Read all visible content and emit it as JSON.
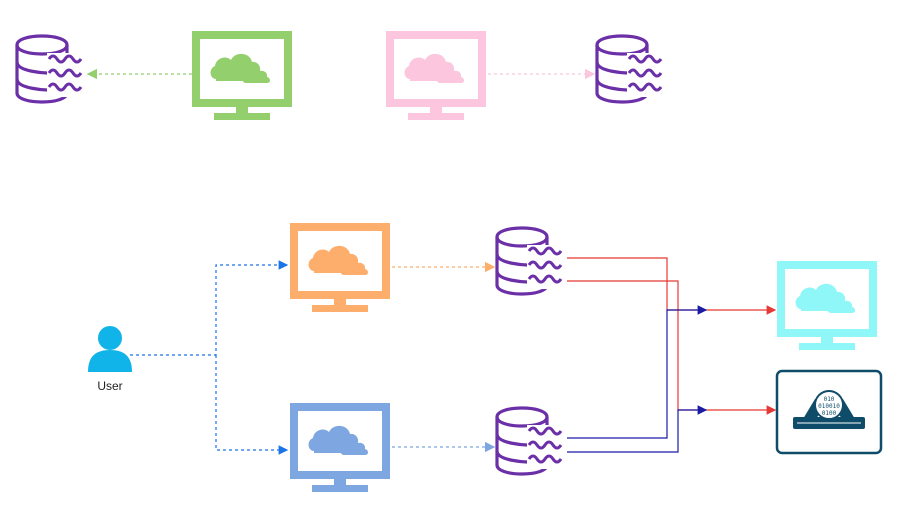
{
  "user": {
    "label": "User",
    "color": "#10b4e8"
  },
  "colors": {
    "database": "#6b2fa8",
    "monitor_green": "#94cf6e",
    "monitor_pink": "#fbc6de",
    "monitor_orange": "#fdae6c",
    "monitor_blue": "#7ea6e0",
    "monitor_cyan": "#8ff7f7",
    "green_arrow": "#94cf6e",
    "pink_arrow": "#fbc6de",
    "orange_arrow": "#fdae6c",
    "blue_dashed_arrow": "#7ea6e0",
    "user_dashed_arrow": "#1a73e8",
    "red_line": "#e53935",
    "navy_line": "#1a1aa6",
    "router_border": "#0e4c69",
    "router_fill": "#0e4c69"
  },
  "router": {
    "icon": "data-router-icon",
    "binary_lines": [
      "010",
      "010010",
      "0100"
    ]
  },
  "icons": {
    "database": "wavy-database-icon",
    "monitor": "cloud-monitor-icon",
    "user": "user-icon"
  }
}
